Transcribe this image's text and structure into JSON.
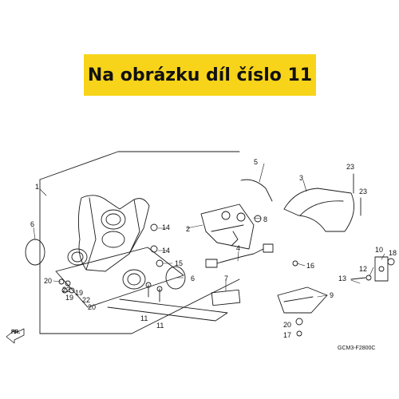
{
  "banner": {
    "text": "Na obrázku díl číslo 11",
    "color": "#f7d41a"
  },
  "diagram": {
    "part_numbers": {
      "p1": "1",
      "p2": "2",
      "p3": "3",
      "p4": "4",
      "p5": "5",
      "p6_left": "6",
      "p6_right": "6",
      "p7": "7",
      "p8": "8",
      "p9": "9",
      "p10": "10",
      "p11_a": "11",
      "p11_b": "11",
      "p12": "12",
      "p13": "13",
      "p14_a": "14",
      "p14_b": "14",
      "p15": "15",
      "p16": "16",
      "p17": "17",
      "p18": "18",
      "p19_a": "19",
      "p19_b": "19",
      "p20_a": "20",
      "p20_b": "20",
      "p20_c": "20",
      "p22_a": "22",
      "p22_b": "22",
      "p23_a": "23",
      "p23_b": "23"
    },
    "direction_label": "FR.",
    "figure_code": "GCM3-F2800C"
  }
}
